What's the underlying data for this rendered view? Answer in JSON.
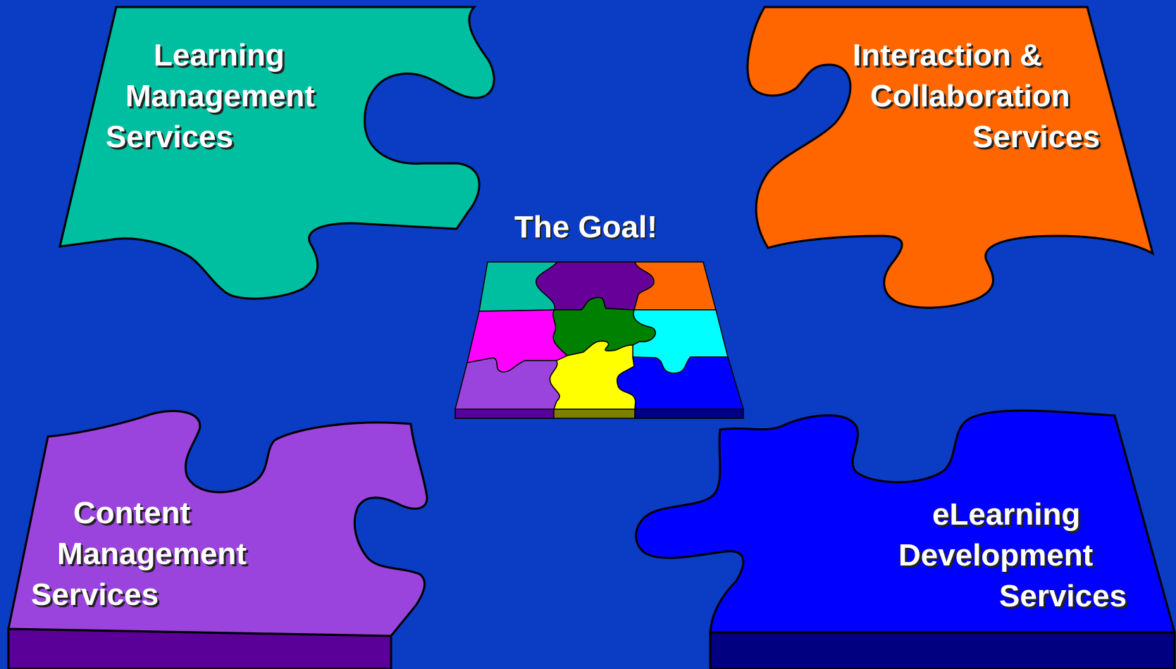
{
  "colors": {
    "background": "#0a3cc4",
    "learning_piece": "#00bfa0",
    "interaction_piece": "#ff6600",
    "content_piece": "#9b44dd",
    "elearning_piece": "#0000ff"
  },
  "pieces": {
    "learning": {
      "lines": [
        "Learning",
        "Management",
        "Services"
      ]
    },
    "interaction": {
      "lines": [
        "Interaction &",
        "Collaboration",
        "Services"
      ]
    },
    "content": {
      "lines": [
        "Content",
        "Management",
        "Services"
      ]
    },
    "elearning": {
      "lines": [
        "eLearning",
        "Development",
        "Services"
      ]
    }
  },
  "goal": {
    "title": "The Goal!",
    "tile_colors": [
      "#00bfa0",
      "#660099",
      "#ff6600",
      "#ff00ff",
      "#008000",
      "#00ffff",
      "#9b44dd",
      "#ffff00",
      "#0000ff"
    ]
  }
}
